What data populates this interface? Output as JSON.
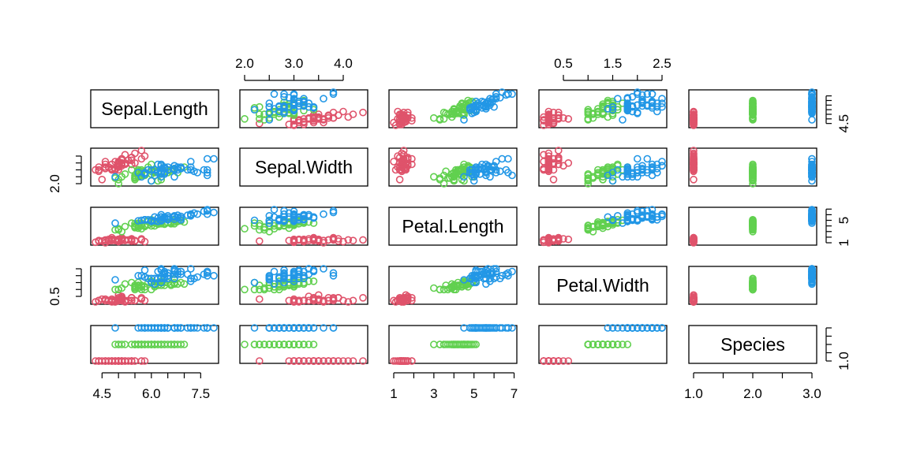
{
  "chart_data": {
    "type": "scatter",
    "variables": [
      "Sepal.Length",
      "Sepal.Width",
      "Petal.Length",
      "Petal.Width",
      "Species"
    ],
    "ranges": [
      [
        4.3,
        7.9
      ],
      [
        2.0,
        4.4
      ],
      [
        1.0,
        6.9
      ],
      [
        0.1,
        2.5
      ],
      [
        1,
        3
      ]
    ],
    "axis_ticks": {
      "top": [
        {
          "col": 1,
          "labels": [
            "2.0",
            "3.0",
            "4.0"
          ],
          "values": [
            2.0,
            2.5,
            3.0,
            3.5,
            4.0
          ],
          "labeled": [
            2.0,
            3.0,
            4.0
          ]
        },
        {
          "col": 3,
          "labels": [
            "0.5",
            "1.5",
            "2.5"
          ],
          "values": [
            0.5,
            1.0,
            1.5,
            2.0,
            2.5
          ],
          "labeled": [
            0.5,
            1.5,
            2.5
          ]
        }
      ],
      "bottom": [
        {
          "col": 0,
          "labels": [
            "4.5",
            "6.0",
            "7.5"
          ],
          "values": [
            4.5,
            5.0,
            5.5,
            6.0,
            6.5,
            7.0,
            7.5
          ],
          "labeled": [
            4.5,
            6.0,
            7.5
          ]
        },
        {
          "col": 2,
          "labels": [
            "1",
            "3",
            "5",
            "7"
          ],
          "values": [
            1,
            2,
            3,
            4,
            5,
            6,
            7
          ],
          "labeled": [
            1,
            3,
            5,
            7
          ]
        },
        {
          "col": 4,
          "labels": [
            "1.0",
            "2.0",
            "3.0"
          ],
          "values": [
            1.0,
            1.5,
            2.0,
            2.5,
            3.0
          ],
          "labeled": [
            1.0,
            2.0,
            3.0
          ]
        }
      ],
      "left": [
        {
          "row": 1,
          "labels": [
            "2.0"
          ],
          "values": [
            2.0,
            2.5,
            3.0,
            3.5,
            4.0
          ],
          "labeled": [
            2.0
          ]
        },
        {
          "row": 3,
          "labels": [
            "0.5"
          ],
          "values": [
            0.5,
            1.0,
            1.5,
            2.0,
            2.5
          ],
          "labeled": [
            0.5
          ]
        }
      ],
      "right": [
        {
          "row": 0,
          "labels": [
            "4.5"
          ],
          "values": [
            4.5,
            5.0,
            5.5,
            6.0,
            6.5,
            7.0,
            7.5
          ],
          "labeled": [
            4.5
          ]
        },
        {
          "row": 2,
          "labels": [
            "1",
            "5"
          ],
          "values": [
            1,
            2,
            3,
            4,
            5,
            6,
            7
          ],
          "labeled": [
            1,
            5
          ]
        },
        {
          "row": 4,
          "labels": [
            "1.0"
          ],
          "values": [
            1.0,
            1.5,
            2.0,
            2.5,
            3.0
          ],
          "labeled": [
            1.0
          ]
        }
      ]
    },
    "groups": [
      {
        "color": "#DF536B",
        "points": [
          [
            5.1,
            3.5,
            1.4,
            0.2
          ],
          [
            4.9,
            3.0,
            1.4,
            0.2
          ],
          [
            4.7,
            3.2,
            1.3,
            0.2
          ],
          [
            4.6,
            3.1,
            1.5,
            0.2
          ],
          [
            5.0,
            3.6,
            1.4,
            0.2
          ],
          [
            5.4,
            3.9,
            1.7,
            0.4
          ],
          [
            4.6,
            3.4,
            1.4,
            0.3
          ],
          [
            5.0,
            3.4,
            1.5,
            0.2
          ],
          [
            4.4,
            2.9,
            1.4,
            0.2
          ],
          [
            4.9,
            3.1,
            1.5,
            0.1
          ],
          [
            5.4,
            3.7,
            1.5,
            0.2
          ],
          [
            4.8,
            3.4,
            1.6,
            0.2
          ],
          [
            4.8,
            3.0,
            1.4,
            0.1
          ],
          [
            4.3,
            3.0,
            1.1,
            0.1
          ],
          [
            5.8,
            4.0,
            1.2,
            0.2
          ],
          [
            5.7,
            4.4,
            1.5,
            0.4
          ],
          [
            5.4,
            3.9,
            1.3,
            0.4
          ],
          [
            5.1,
            3.5,
            1.4,
            0.3
          ],
          [
            5.7,
            3.8,
            1.7,
            0.3
          ],
          [
            5.1,
            3.8,
            1.5,
            0.3
          ],
          [
            5.4,
            3.4,
            1.7,
            0.2
          ],
          [
            5.1,
            3.7,
            1.5,
            0.4
          ],
          [
            4.6,
            3.6,
            1.0,
            0.2
          ],
          [
            5.1,
            3.3,
            1.7,
            0.5
          ],
          [
            4.8,
            3.4,
            1.9,
            0.2
          ],
          [
            5.0,
            3.0,
            1.6,
            0.2
          ],
          [
            5.0,
            3.4,
            1.6,
            0.4
          ],
          [
            5.2,
            3.5,
            1.5,
            0.2
          ],
          [
            5.2,
            3.4,
            1.4,
            0.2
          ],
          [
            4.7,
            3.2,
            1.6,
            0.2
          ],
          [
            4.8,
            3.1,
            1.6,
            0.2
          ],
          [
            5.4,
            3.4,
            1.5,
            0.4
          ],
          [
            5.2,
            4.1,
            1.5,
            0.1
          ],
          [
            5.5,
            4.2,
            1.4,
            0.2
          ],
          [
            4.9,
            3.1,
            1.5,
            0.2
          ],
          [
            5.0,
            3.2,
            1.2,
            0.2
          ],
          [
            5.5,
            3.5,
            1.3,
            0.2
          ],
          [
            4.9,
            3.6,
            1.4,
            0.1
          ],
          [
            4.4,
            3.0,
            1.3,
            0.2
          ],
          [
            5.1,
            3.4,
            1.5,
            0.2
          ],
          [
            5.0,
            3.5,
            1.3,
            0.3
          ],
          [
            4.5,
            2.3,
            1.3,
            0.3
          ],
          [
            4.4,
            3.2,
            1.3,
            0.2
          ],
          [
            5.0,
            3.5,
            1.6,
            0.6
          ],
          [
            5.1,
            3.8,
            1.9,
            0.4
          ],
          [
            4.8,
            3.0,
            1.4,
            0.3
          ],
          [
            5.1,
            3.8,
            1.6,
            0.2
          ],
          [
            4.6,
            3.2,
            1.4,
            0.2
          ],
          [
            5.3,
            3.7,
            1.5,
            0.2
          ],
          [
            5.0,
            3.3,
            1.4,
            0.2
          ]
        ]
      },
      {
        "color": "#61D04F",
        "points": [
          [
            7.0,
            3.2,
            4.7,
            1.4
          ],
          [
            6.4,
            3.2,
            4.5,
            1.5
          ],
          [
            6.9,
            3.1,
            4.9,
            1.5
          ],
          [
            5.5,
            2.3,
            4.0,
            1.3
          ],
          [
            6.5,
            2.8,
            4.6,
            1.5
          ],
          [
            5.7,
            2.8,
            4.5,
            1.3
          ],
          [
            6.3,
            3.3,
            4.7,
            1.6
          ],
          [
            4.9,
            2.4,
            3.3,
            1.0
          ],
          [
            6.6,
            2.9,
            4.6,
            1.3
          ],
          [
            5.2,
            2.7,
            3.9,
            1.4
          ],
          [
            5.0,
            2.0,
            3.5,
            1.0
          ],
          [
            5.9,
            3.0,
            4.2,
            1.5
          ],
          [
            6.0,
            2.2,
            4.0,
            1.0
          ],
          [
            6.1,
            2.9,
            4.7,
            1.4
          ],
          [
            5.6,
            2.9,
            3.6,
            1.3
          ],
          [
            6.7,
            3.1,
            4.4,
            1.4
          ],
          [
            5.6,
            3.0,
            4.5,
            1.5
          ],
          [
            5.8,
            2.7,
            4.1,
            1.0
          ],
          [
            6.2,
            2.2,
            4.5,
            1.5
          ],
          [
            5.6,
            2.5,
            3.9,
            1.1
          ],
          [
            5.9,
            3.2,
            4.8,
            1.8
          ],
          [
            6.1,
            2.8,
            4.0,
            1.3
          ],
          [
            6.3,
            2.5,
            4.9,
            1.5
          ],
          [
            6.1,
            2.8,
            4.7,
            1.2
          ],
          [
            6.4,
            2.9,
            4.3,
            1.3
          ],
          [
            6.6,
            3.0,
            4.4,
            1.4
          ],
          [
            6.8,
            2.8,
            4.8,
            1.4
          ],
          [
            6.7,
            3.0,
            5.0,
            1.7
          ],
          [
            6.0,
            2.9,
            4.5,
            1.5
          ],
          [
            5.7,
            2.6,
            3.5,
            1.0
          ],
          [
            5.5,
            2.4,
            3.8,
            1.1
          ],
          [
            5.5,
            2.4,
            3.7,
            1.0
          ],
          [
            5.8,
            2.7,
            3.9,
            1.2
          ],
          [
            6.0,
            2.7,
            5.1,
            1.6
          ],
          [
            5.4,
            3.0,
            4.5,
            1.5
          ],
          [
            6.0,
            3.4,
            4.5,
            1.6
          ],
          [
            6.7,
            3.1,
            4.7,
            1.5
          ],
          [
            6.3,
            2.3,
            4.4,
            1.3
          ],
          [
            5.6,
            3.0,
            4.1,
            1.3
          ],
          [
            5.5,
            2.5,
            4.0,
            1.3
          ],
          [
            5.5,
            2.6,
            4.4,
            1.2
          ],
          [
            6.1,
            3.0,
            4.6,
            1.4
          ],
          [
            5.8,
            2.6,
            4.0,
            1.2
          ],
          [
            5.0,
            2.3,
            3.3,
            1.0
          ],
          [
            5.6,
            2.7,
            4.2,
            1.3
          ],
          [
            5.7,
            3.0,
            4.2,
            1.2
          ],
          [
            5.7,
            2.9,
            4.2,
            1.3
          ],
          [
            6.2,
            2.9,
            4.3,
            1.3
          ],
          [
            5.1,
            2.5,
            3.0,
            1.1
          ],
          [
            5.7,
            2.8,
            4.1,
            1.3
          ]
        ]
      },
      {
        "color": "#2297E6",
        "points": [
          [
            6.3,
            3.3,
            6.0,
            2.5
          ],
          [
            5.8,
            2.7,
            5.1,
            1.9
          ],
          [
            7.1,
            3.0,
            5.9,
            2.1
          ],
          [
            6.3,
            2.9,
            5.6,
            1.8
          ],
          [
            6.5,
            3.0,
            5.8,
            2.2
          ],
          [
            7.6,
            3.0,
            6.6,
            2.1
          ],
          [
            4.9,
            2.5,
            4.5,
            1.7
          ],
          [
            7.3,
            2.9,
            6.3,
            1.8
          ],
          [
            6.7,
            2.5,
            5.8,
            1.8
          ],
          [
            7.2,
            3.6,
            6.1,
            2.5
          ],
          [
            6.5,
            3.2,
            5.1,
            2.0
          ],
          [
            6.4,
            2.7,
            5.3,
            1.9
          ],
          [
            6.8,
            3.0,
            5.5,
            2.1
          ],
          [
            5.7,
            2.5,
            5.0,
            2.0
          ],
          [
            5.8,
            2.8,
            5.1,
            2.4
          ],
          [
            6.4,
            3.2,
            5.3,
            2.3
          ],
          [
            6.5,
            3.0,
            5.5,
            1.8
          ],
          [
            7.7,
            3.8,
            6.7,
            2.2
          ],
          [
            7.7,
            2.6,
            6.9,
            2.3
          ],
          [
            6.0,
            2.2,
            5.0,
            1.5
          ],
          [
            6.9,
            3.2,
            5.7,
            2.3
          ],
          [
            5.6,
            2.8,
            4.9,
            2.0
          ],
          [
            7.7,
            2.8,
            6.7,
            2.0
          ],
          [
            6.3,
            2.7,
            4.9,
            1.8
          ],
          [
            6.7,
            3.3,
            5.7,
            2.1
          ],
          [
            7.2,
            3.2,
            6.0,
            1.8
          ],
          [
            6.2,
            2.8,
            4.8,
            1.8
          ],
          [
            6.1,
            3.0,
            4.9,
            1.8
          ],
          [
            6.4,
            2.8,
            5.6,
            2.1
          ],
          [
            7.2,
            3.0,
            5.8,
            1.6
          ],
          [
            7.4,
            2.8,
            6.1,
            1.9
          ],
          [
            7.9,
            3.8,
            6.4,
            2.0
          ],
          [
            6.4,
            2.8,
            5.6,
            2.2
          ],
          [
            6.3,
            2.8,
            5.1,
            1.5
          ],
          [
            6.1,
            2.6,
            5.6,
            1.4
          ],
          [
            7.7,
            3.0,
            6.1,
            2.3
          ],
          [
            6.3,
            3.4,
            5.6,
            2.4
          ],
          [
            6.4,
            3.1,
            5.5,
            1.8
          ],
          [
            6.0,
            3.0,
            4.8,
            1.8
          ],
          [
            6.9,
            3.1,
            5.4,
            2.1
          ],
          [
            6.7,
            3.1,
            5.6,
            2.4
          ],
          [
            6.9,
            3.1,
            5.1,
            2.3
          ],
          [
            5.8,
            2.7,
            5.1,
            1.9
          ],
          [
            6.8,
            3.2,
            5.9,
            2.3
          ],
          [
            6.7,
            3.3,
            5.7,
            2.5
          ],
          [
            6.7,
            3.0,
            5.2,
            2.3
          ],
          [
            6.3,
            2.5,
            5.0,
            1.9
          ],
          [
            6.5,
            3.0,
            5.2,
            2.0
          ],
          [
            6.2,
            3.4,
            5.4,
            2.3
          ],
          [
            5.9,
            3.0,
            5.1,
            1.8
          ]
        ]
      }
    ]
  }
}
